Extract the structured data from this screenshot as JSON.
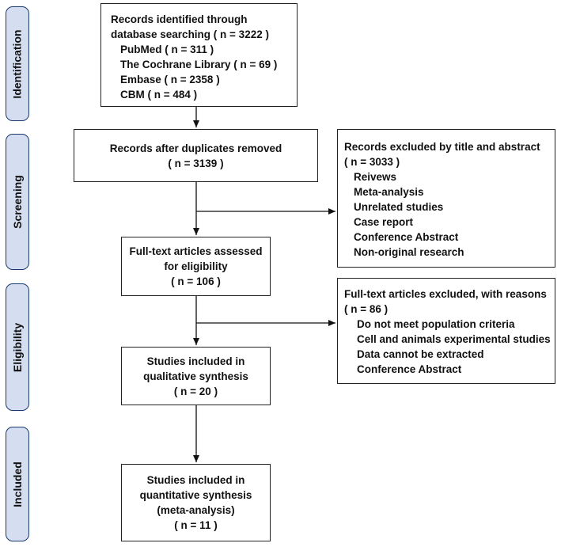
{
  "stages": {
    "identification": "Identification",
    "screening": "Screening",
    "eligibility": "Eligibility",
    "included": "Included"
  },
  "boxes": {
    "identified": {
      "lines": [
        "Records identified through",
        "database searching ( n = 3222 )"
      ],
      "sources": [
        "PubMed ( n = 311 )",
        "The Cochrane Library ( n = 69 )",
        "Embase ( n = 2358 )",
        "CBM ( n = 484 )"
      ]
    },
    "after_duplicates": {
      "lines": [
        "Records after duplicates removed",
        "( n = 3139 )"
      ]
    },
    "excluded_title_abstract": {
      "lines": [
        "Records excluded by title and abstract",
        "( n = 3033 )"
      ],
      "reasons": [
        "Reivews",
        "Meta-analysis",
        "Unrelated studies",
        "Case report",
        "Conference Abstract",
        "Non-original research"
      ]
    },
    "fulltext_assessed": {
      "lines": [
        "Full-text articles assessed",
        "for eligibility",
        "( n = 106 )"
      ]
    },
    "fulltext_excluded": {
      "lines": [
        "Full-text articles excluded, with reasons",
        "( n = 86 )"
      ],
      "reasons": [
        "Do not meet population criteria",
        "Cell and animals experimental studies",
        "Data cannot be extracted",
        "Conference Abstract"
      ]
    },
    "qualitative": {
      "lines": [
        "Studies included in",
        "qualitative synthesis",
        "( n = 20 )"
      ]
    },
    "quantitative": {
      "lines": [
        "Studies included in",
        "quantitative synthesis",
        "(meta-analysis)",
        "( n = 11 )"
      ]
    }
  }
}
